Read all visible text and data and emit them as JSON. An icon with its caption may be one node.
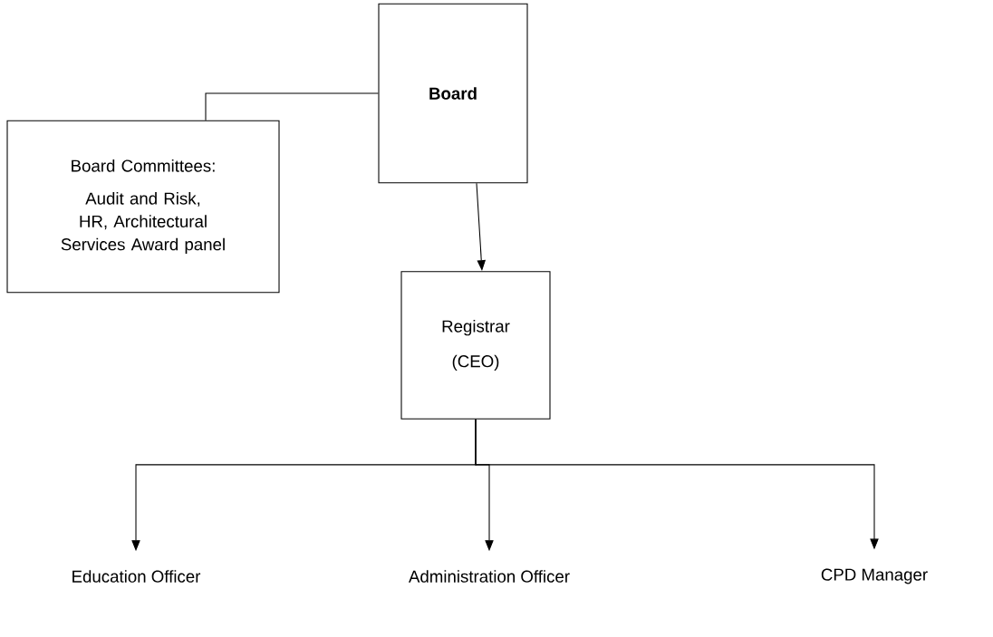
{
  "diagram": {
    "nodes": [
      {
        "text": [
          "**Board**"
        ]
      },
      {
        "text": [
          "Board Committees:",
          "Audit and Risk, HR, Architectural Services Award panel"
        ]
      },
      {
        "text": [
          "Registrar",
          "(CEO)"
        ]
      },
      {
        "text": [
          "Education Officer"
        ]
      },
      {
        "text": [
          "Administration Officer"
        ]
      },
      {
        "text": [
          "CPD Manager"
        ]
      }
    ],
    "edges": [
      {
        "from": 0,
        "to": 1,
        "arrow": "none"
      },
      {
        "from": 0,
        "to": 2,
        "arrow": "to"
      },
      {
        "from": 2,
        "to": 3,
        "arrow": "to"
      },
      {
        "from": 2,
        "to": 4,
        "arrow": "to"
      },
      {
        "from": 2,
        "to": 5,
        "arrow": "to"
      }
    ]
  }
}
